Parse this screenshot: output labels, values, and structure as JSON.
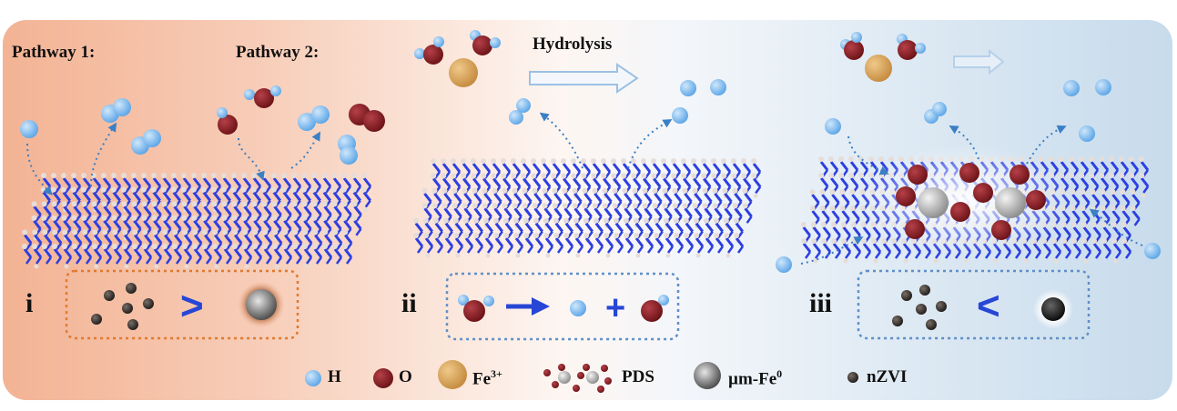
{
  "labels": {
    "pathway1": "Pathway 1:",
    "pathway2": "Pathway 2:",
    "hydrolysis": "Hydrolysis",
    "panel_i": "i",
    "panel_ii": "ii",
    "panel_iii": "iii"
  },
  "comparisons": {
    "i_symbol": ">",
    "ii_arrow": "→",
    "ii_plus": "+",
    "iii_symbol": "<"
  },
  "legend": [
    {
      "key": "h",
      "label": "H",
      "icon": "hydrogen-atom-icon"
    },
    {
      "key": "o",
      "label": "O",
      "icon": "oxygen-atom-icon"
    },
    {
      "key": "fe3",
      "label": "Fe",
      "sup": "3+",
      "icon": "fe3-ion-icon"
    },
    {
      "key": "pds",
      "label": "PDS",
      "icon": "pds-molecule-icon"
    },
    {
      "key": "umfe",
      "label": "µm-Fe",
      "sup": "0",
      "icon": "um-fe0-particle-icon"
    },
    {
      "key": "nzvi",
      "label": "nZVI",
      "icon": "nzvi-particle-icon"
    }
  ],
  "colors": {
    "hydrogen": "#7fbcee",
    "oxygen": "#8b1f24",
    "fe3": "#d9a35b",
    "lattice_blue": "#2d3fe0",
    "lattice_white": "#e6ddd8",
    "dotted_arrow": "#3b7fc4",
    "box_orange": "#e0792f",
    "box_blue": "#5f8fc8",
    "symbol_blue": "#2746d6"
  }
}
